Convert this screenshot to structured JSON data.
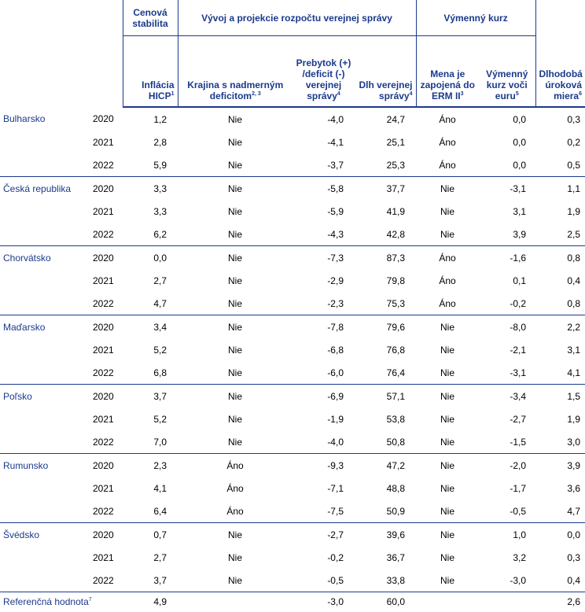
{
  "header": {
    "groups": {
      "price_stability": "Cenová stabilita",
      "fiscal": "Vývoj a projekcie rozpočtu verejnej správy",
      "exchange": "Výmenný kurz"
    },
    "columns": {
      "hicp": "Inflácia HICP",
      "hicp_sup": "1",
      "excessive_deficit": "Krajina s nadmerným deficitom",
      "excessive_deficit_sup": "2, 3",
      "balance": "Prebytok (+) /deficit (-) verejnej správy",
      "balance_sup": "4",
      "debt": "Dlh verejnej správy",
      "debt_sup": "4",
      "erm": "Mena je zapojená do ERM II",
      "erm_sup": "3",
      "fx": "Výmenný kurz voči euru",
      "fx_sup": "5",
      "rate": "Dlhodobá úroková miera",
      "rate_sup": "6"
    }
  },
  "countries": [
    {
      "name": "Bulharsko",
      "rows": [
        {
          "year": "2020",
          "hicp": "1,2",
          "edp": "Nie",
          "balance": "-4,0",
          "debt": "24,7",
          "erm": "Áno",
          "fx": "0,0",
          "rate": "0,3"
        },
        {
          "year": "2021",
          "hicp": "2,8",
          "edp": "Nie",
          "balance": "-4,1",
          "debt": "25,1",
          "erm": "Áno",
          "fx": "0,0",
          "rate": "0,2"
        },
        {
          "year": "2022",
          "hicp": "5,9",
          "edp": "Nie",
          "balance": "-3,7",
          "debt": "25,3",
          "erm": "Áno",
          "fx": "0,0",
          "rate": "0,5"
        }
      ]
    },
    {
      "name": "Česká republika",
      "rows": [
        {
          "year": "2020",
          "hicp": "3,3",
          "edp": "Nie",
          "balance": "-5,8",
          "debt": "37,7",
          "erm": "Nie",
          "fx": "-3,1",
          "rate": "1,1"
        },
        {
          "year": "2021",
          "hicp": "3,3",
          "edp": "Nie",
          "balance": "-5,9",
          "debt": "41,9",
          "erm": "Nie",
          "fx": "3,1",
          "rate": "1,9"
        },
        {
          "year": "2022",
          "hicp": "6,2",
          "edp": "Nie",
          "balance": "-4,3",
          "debt": "42,8",
          "erm": "Nie",
          "fx": "3,9",
          "rate": "2,5"
        }
      ]
    },
    {
      "name": "Chorvátsko",
      "rows": [
        {
          "year": "2020",
          "hicp": "0,0",
          "edp": "Nie",
          "balance": "-7,3",
          "debt": "87,3",
          "erm": "Áno",
          "fx": "-1,6",
          "rate": "0,8"
        },
        {
          "year": "2021",
          "hicp": "2,7",
          "edp": "Nie",
          "balance": "-2,9",
          "debt": "79,8",
          "erm": "Áno",
          "fx": "0,1",
          "rate": "0,4"
        },
        {
          "year": "2022",
          "hicp": "4,7",
          "edp": "Nie",
          "balance": "-2,3",
          "debt": "75,3",
          "erm": "Áno",
          "fx": "-0,2",
          "rate": "0,8"
        }
      ]
    },
    {
      "name": "Maďarsko",
      "rows": [
        {
          "year": "2020",
          "hicp": "3,4",
          "edp": "Nie",
          "balance": "-7,8",
          "debt": "79,6",
          "erm": "Nie",
          "fx": "-8,0",
          "rate": "2,2"
        },
        {
          "year": "2021",
          "hicp": "5,2",
          "edp": "Nie",
          "balance": "-6,8",
          "debt": "76,8",
          "erm": "Nie",
          "fx": "-2,1",
          "rate": "3,1"
        },
        {
          "year": "2022",
          "hicp": "6,8",
          "edp": "Nie",
          "balance": "-6,0",
          "debt": "76,4",
          "erm": "Nie",
          "fx": "-3,1",
          "rate": "4,1"
        }
      ]
    },
    {
      "name": "Poľsko",
      "rows": [
        {
          "year": "2020",
          "hicp": "3,7",
          "edp": "Nie",
          "balance": "-6,9",
          "debt": "57,1",
          "erm": "Nie",
          "fx": "-3,4",
          "rate": "1,5"
        },
        {
          "year": "2021",
          "hicp": "5,2",
          "edp": "Nie",
          "balance": "-1,9",
          "debt": "53,8",
          "erm": "Nie",
          "fx": "-2,7",
          "rate": "1,9"
        },
        {
          "year": "2022",
          "hicp": "7,0",
          "edp": "Nie",
          "balance": "-4,0",
          "debt": "50,8",
          "erm": "Nie",
          "fx": "-1,5",
          "rate": "3,0"
        }
      ]
    },
    {
      "name": "Rumunsko",
      "rows": [
        {
          "year": "2020",
          "hicp": "2,3",
          "edp": "Áno",
          "balance": "-9,3",
          "debt": "47,2",
          "erm": "Nie",
          "fx": "-2,0",
          "rate": "3,9"
        },
        {
          "year": "2021",
          "hicp": "4,1",
          "edp": "Áno",
          "balance": "-7,1",
          "debt": "48,8",
          "erm": "Nie",
          "fx": "-1,7",
          "rate": "3,6"
        },
        {
          "year": "2022",
          "hicp": "6,4",
          "edp": "Áno",
          "balance": "-7,5",
          "debt": "50,9",
          "erm": "Nie",
          "fx": "-0,5",
          "rate": "4,7"
        }
      ]
    },
    {
      "name": "Švédsko",
      "rows": [
        {
          "year": "2020",
          "hicp": "0,7",
          "edp": "Nie",
          "balance": "-2,7",
          "debt": "39,6",
          "erm": "Nie",
          "fx": "1,0",
          "rate": "0,0"
        },
        {
          "year": "2021",
          "hicp": "2,7",
          "edp": "Nie",
          "balance": "-0,2",
          "debt": "36,7",
          "erm": "Nie",
          "fx": "3,2",
          "rate": "0,3"
        },
        {
          "year": "2022",
          "hicp": "3,7",
          "edp": "Nie",
          "balance": "-0,5",
          "debt": "33,8",
          "erm": "Nie",
          "fx": "-3,0",
          "rate": "0,4"
        }
      ]
    }
  ],
  "reference": {
    "label": "Referenčná hodnota",
    "label_sup": "7",
    "hicp": "4,9",
    "balance": "-3,0",
    "debt": "60,0",
    "rate": "2,6"
  }
}
